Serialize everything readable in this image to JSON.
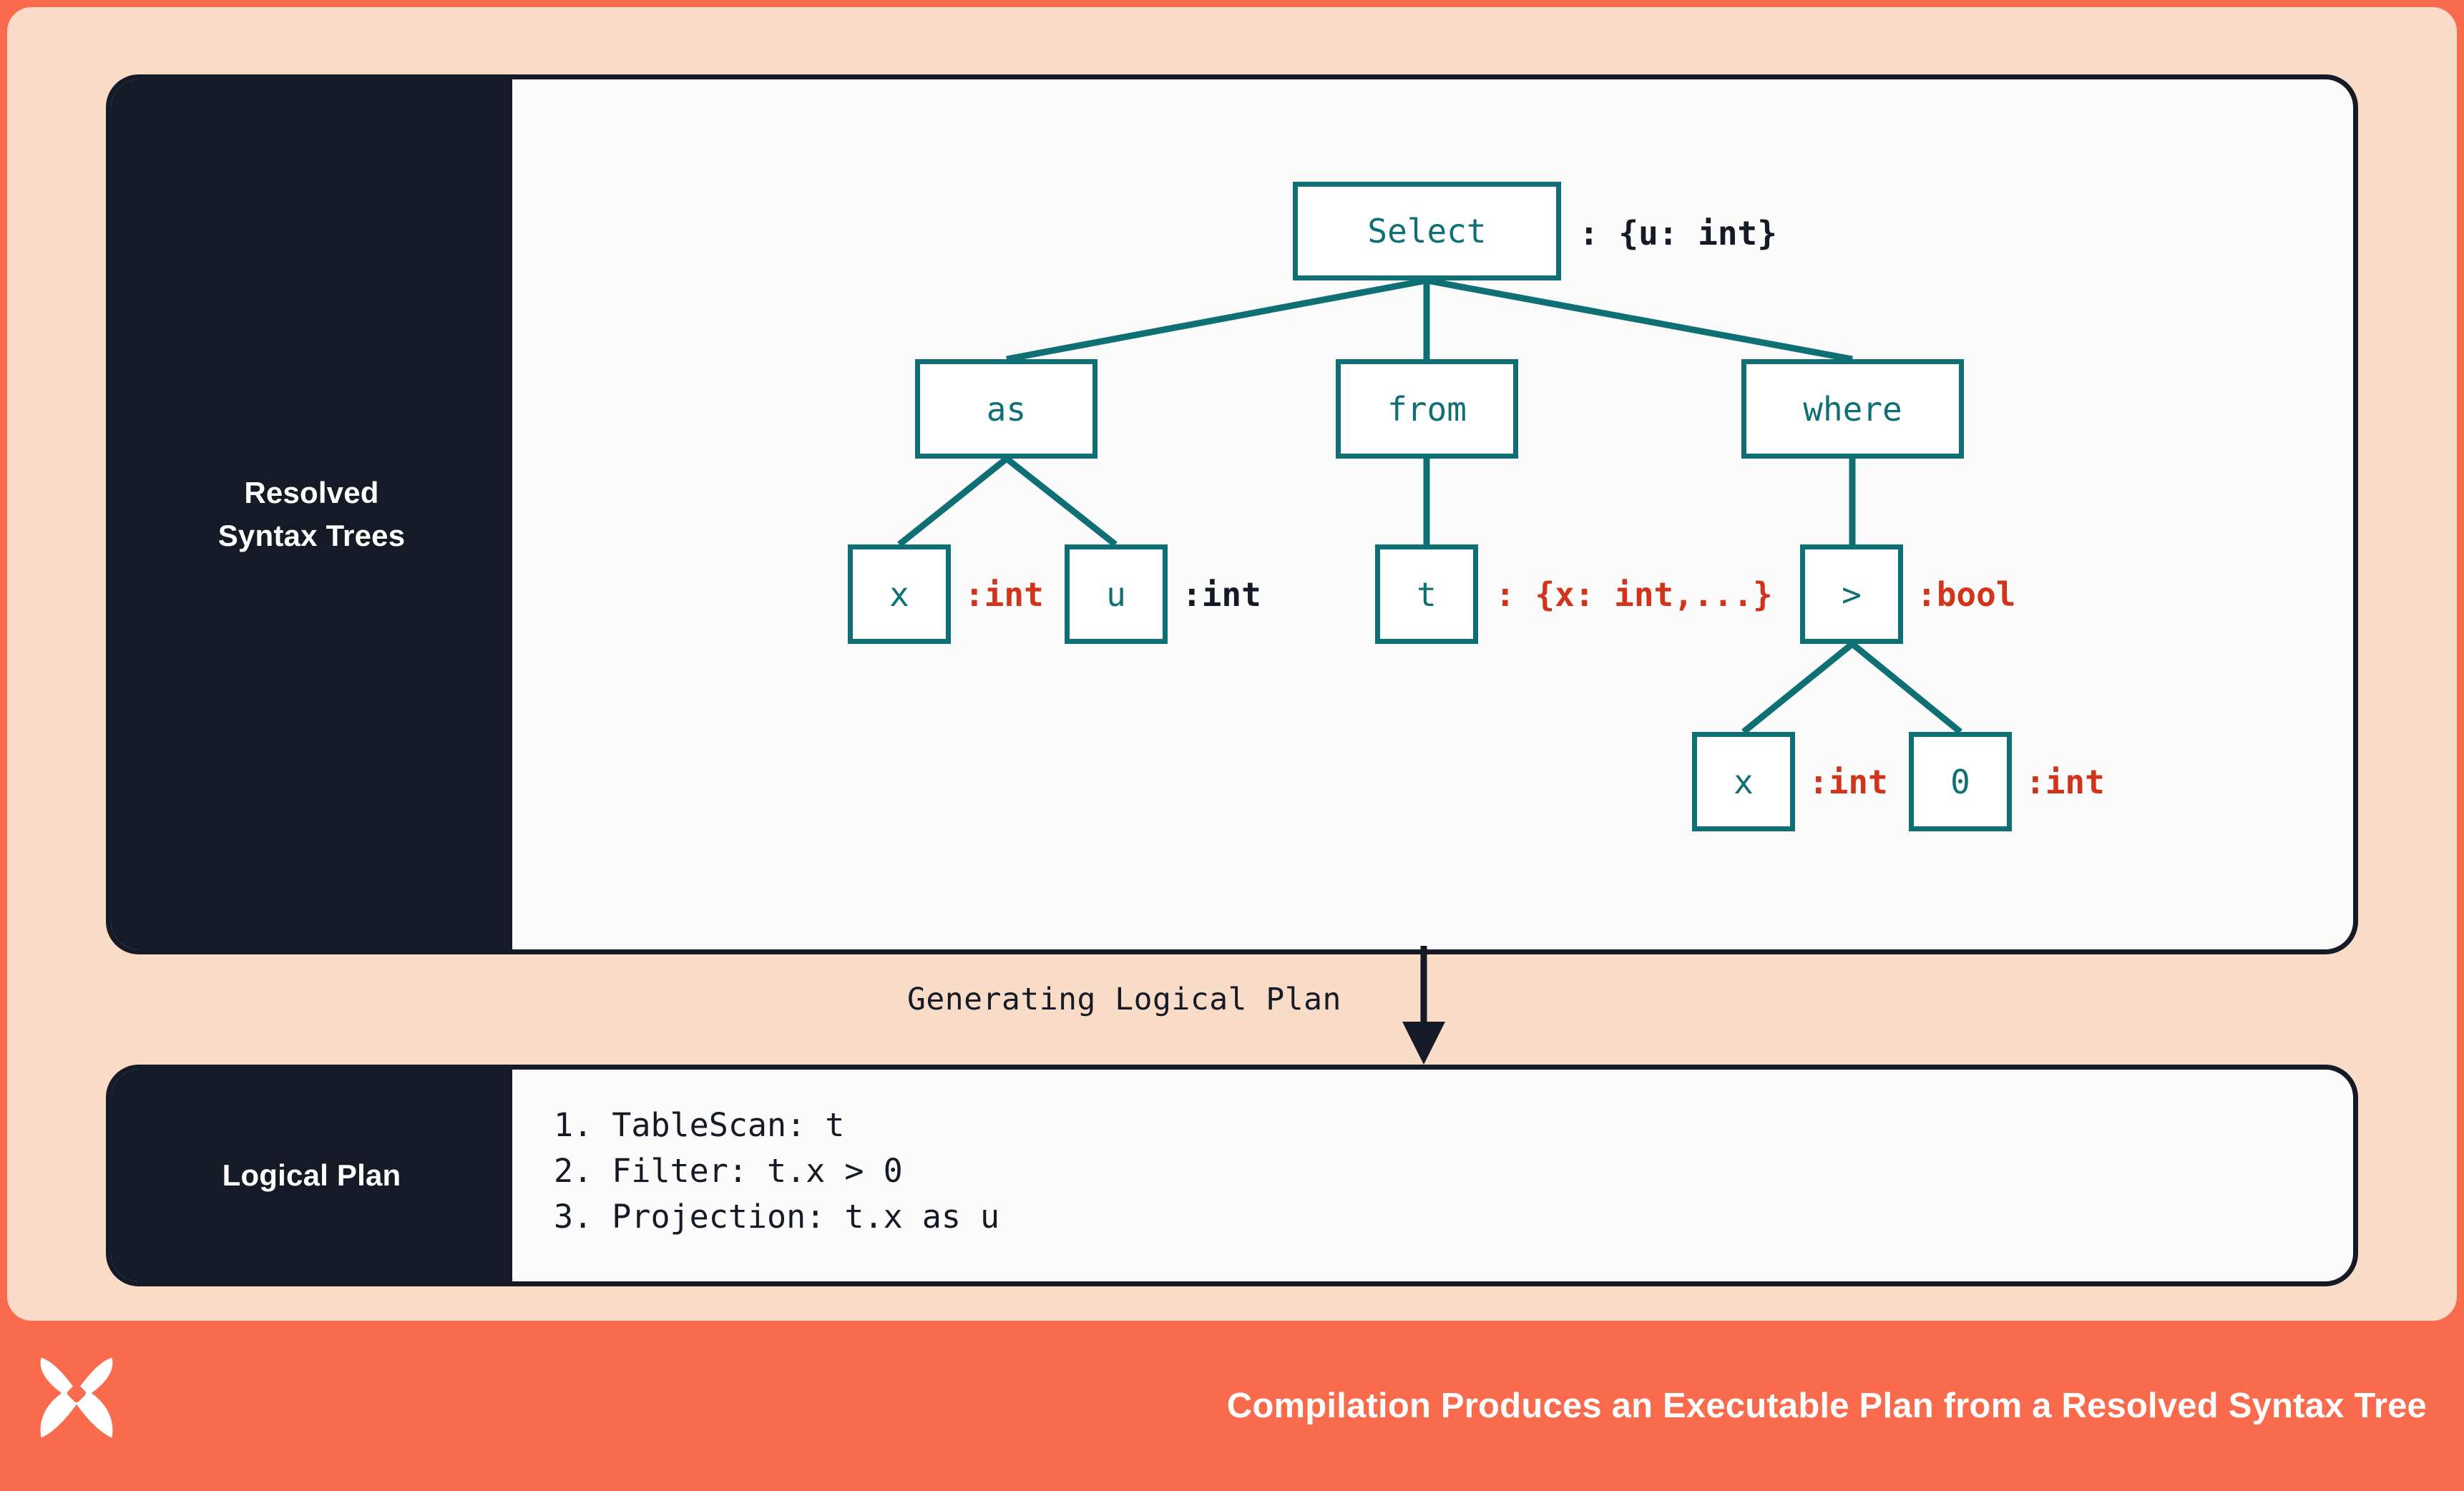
{
  "colors": {
    "outer_border": "#FA6A4D",
    "card_background": "#F8DCC8",
    "panel_background": "#FCFBFB",
    "panel_border": "#151A26",
    "sidebar_background": "#151A26",
    "node_stroke": "#0E7075",
    "node_text": "#0E7075",
    "annotation_red": "#D0341A",
    "annotation_dark": "#151A26",
    "footer_background": "#FA6A4D",
    "footer_text": "#FFFFFF"
  },
  "top_panel": {
    "sidebar_label_line1": "Resolved",
    "sidebar_label_line2": "Syntax Trees",
    "tree": {
      "nodes": [
        {
          "id": "select",
          "label": "Select",
          "annotation": ": {u: int}",
          "annotation_color": "dark"
        },
        {
          "id": "as",
          "label": "as",
          "annotation": "",
          "annotation_color": ""
        },
        {
          "id": "from",
          "label": "from",
          "annotation": "",
          "annotation_color": ""
        },
        {
          "id": "where",
          "label": "where",
          "annotation": "",
          "annotation_color": ""
        },
        {
          "id": "x1",
          "label": "x",
          "annotation": ":int",
          "annotation_color": "red"
        },
        {
          "id": "u",
          "label": "u",
          "annotation": ":int",
          "annotation_color": "dark"
        },
        {
          "id": "t",
          "label": "t",
          "annotation": ": {x: int,...}",
          "annotation_color": "red"
        },
        {
          "id": "gt",
          "label": ">",
          "annotation": ":bool",
          "annotation_color": "red"
        },
        {
          "id": "x2",
          "label": "x",
          "annotation": ":int",
          "annotation_color": "red"
        },
        {
          "id": "zero",
          "label": "0",
          "annotation": ":int",
          "annotation_color": "red"
        }
      ],
      "edges": [
        {
          "from": "select",
          "to": "as"
        },
        {
          "from": "select",
          "to": "from"
        },
        {
          "from": "select",
          "to": "where"
        },
        {
          "from": "as",
          "to": "x1"
        },
        {
          "from": "as",
          "to": "u"
        },
        {
          "from": "from",
          "to": "t"
        },
        {
          "from": "where",
          "to": "gt"
        },
        {
          "from": "gt",
          "to": "x2"
        },
        {
          "from": "gt",
          "to": "zero"
        }
      ]
    }
  },
  "flow": {
    "label": "Generating Logical Plan",
    "arrow_direction": "down"
  },
  "bottom_panel": {
    "sidebar_label": "Logical Plan",
    "plan_steps": [
      "1. TableScan: t",
      "2. Filter: t.x > 0",
      "3. Projection: t.x as u"
    ]
  },
  "footer": {
    "caption": "Compilation Produces an Executable Plan from a Resolved Syntax Tree",
    "logo_name": "butterfly-x-logo"
  }
}
